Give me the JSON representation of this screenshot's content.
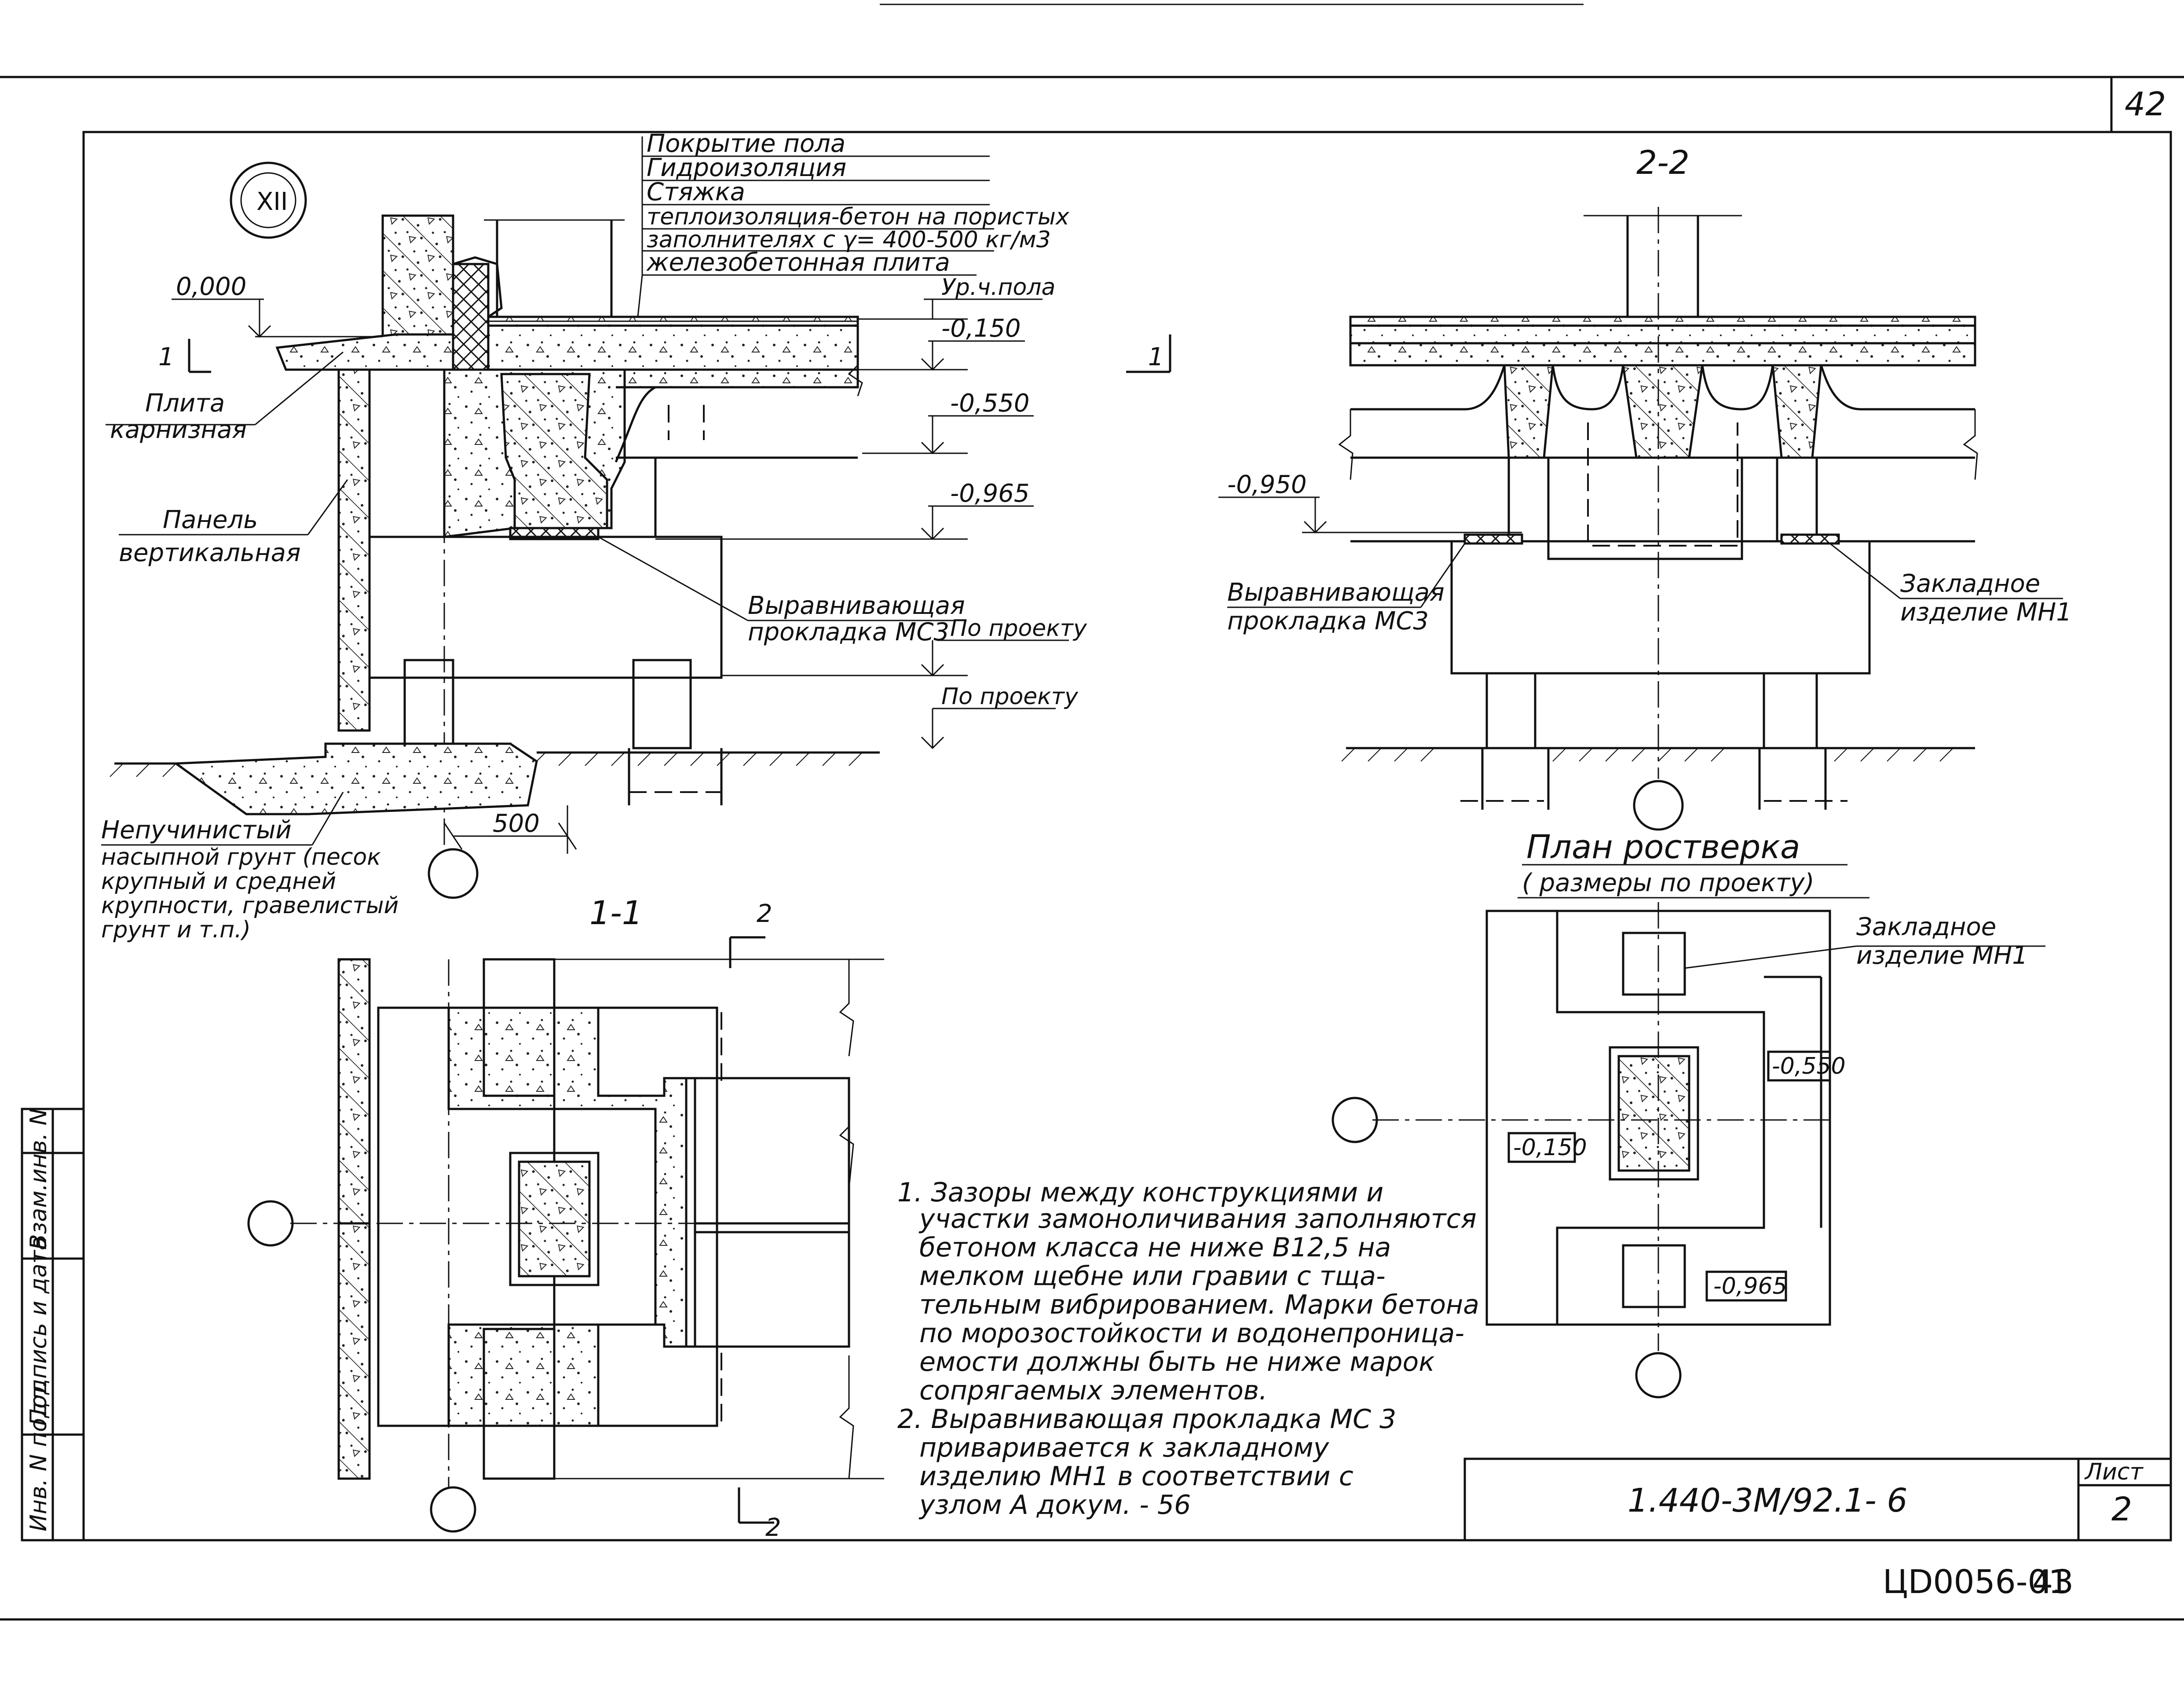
{
  "sheet": {
    "page_number": "42",
    "footer_code": "ЦD0056-01",
    "footer_page": "43",
    "doc_number": "1.440-3М/92.1- 6",
    "sheet_label": "Лист",
    "sheet_value": "2",
    "side_stamp": [
      "Инв. N подл.",
      "Подпись и дата",
      "Взам.инв. N"
    ]
  },
  "node": {
    "badge": "XII"
  },
  "main_section": {
    "layers": [
      "Покрытие пола",
      "Гидроизоляция",
      "Стяжка",
      "теплоизоляция-бетон на пористых",
      "заполнителях с γ= 400-500 кг/м3",
      "железобетонная плита"
    ],
    "elev_zero": "0,000",
    "floor_level": "Ур.ч.пола",
    "elevations": [
      "-0,150",
      "-0,550",
      "-0,965"
    ],
    "by_project_1": "По проекту",
    "by_project_2": "По проекту",
    "cut_mark": "1",
    "slab_label": [
      "Плита",
      "карнизная"
    ],
    "panel_label": [
      "Панель",
      "вертикальная"
    ],
    "pad_label": [
      "Выравнивающая",
      "прокладка МС3"
    ],
    "dimension": "500",
    "soil_label": [
      "Непучинистый",
      "насыпной грунт (песок",
      "крупный и средней",
      "крупности, гравелистый",
      "грунт и т.п.)"
    ]
  },
  "section_2_2": {
    "title": "2-2",
    "elevation": "-0,950",
    "pad_label": [
      "Выравнивающая",
      "прокладка МС3"
    ],
    "embed_label": [
      "Закладное",
      "изделие МН1"
    ]
  },
  "section_1_1": {
    "title": "1-1",
    "cut_mark": "2"
  },
  "plan": {
    "title": "План ростверка",
    "subtitle": "( размеры по проекту)",
    "embed_label": [
      "Закладное",
      "изделие МН1"
    ],
    "marks": [
      "-0,150",
      "-0,550",
      "-0,965"
    ]
  },
  "notes": [
    "1. Зазоры между конструкциями и",
    "участки замоноличивания заполняются",
    "бетоном класса не ниже В12,5 на",
    "мелком щебне или гравии с тща-",
    "тельным вибрированием. Марки бетона",
    "по морозостойкости и водонепроница-",
    "емости должны быть не ниже марок",
    "сопрягаемых элементов.",
    "2. Выравнивающая прокладка МС 3",
    "приваривается к закладному",
    "изделию МН1 в соответствии с",
    "узлом  А          докум.      - 56"
  ]
}
